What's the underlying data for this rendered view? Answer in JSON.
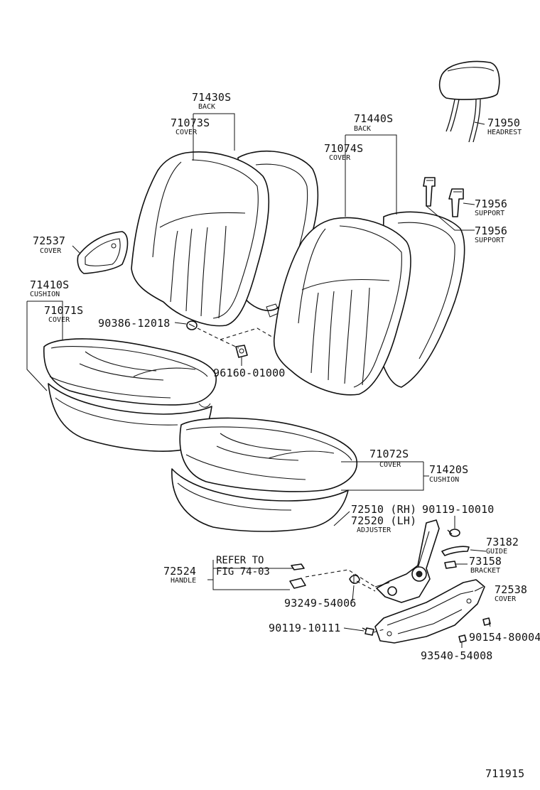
{
  "diagram_id": "711915",
  "parts": [
    {
      "id": "back_rh",
      "number": "71430S",
      "name": "BACK"
    },
    {
      "id": "cover_back_rh",
      "number": "71073S",
      "name": "COVER"
    },
    {
      "id": "back_lh",
      "number": "71440S",
      "name": "BACK"
    },
    {
      "id": "cover_back_lh",
      "number": "71074S",
      "name": "COVER"
    },
    {
      "id": "headrest",
      "number": "71950",
      "name": "HEADREST"
    },
    {
      "id": "support_1",
      "number": "71956",
      "name": "SUPPORT"
    },
    {
      "id": "support_2",
      "number": "71956",
      "name": "SUPPORT"
    },
    {
      "id": "hinge_cover",
      "number": "72537",
      "name": "COVER"
    },
    {
      "id": "cushion_rh",
      "number": "71410S",
      "name": "CUSHION"
    },
    {
      "id": "cover_cushion_rh",
      "number": "71071S",
      "name": "COVER"
    },
    {
      "id": "clip",
      "number": "90386-12018",
      "name": ""
    },
    {
      "id": "nut",
      "number": "96160-01000",
      "name": ""
    },
    {
      "id": "cover_cushion_lh",
      "number": "71072S",
      "name": "COVER"
    },
    {
      "id": "cushion_lh",
      "number": "71420S",
      "name": "CUSHION"
    },
    {
      "id": "adjuster_rh",
      "number": "72510 (RH)",
      "name": ""
    },
    {
      "id": "adjuster_lh",
      "number": "72520 (LH)",
      "name": "ADJUSTER"
    },
    {
      "id": "bolt_adjuster",
      "number": "90119-10010",
      "name": ""
    },
    {
      "id": "guide",
      "number": "73182",
      "name": "GUIDE"
    },
    {
      "id": "bracket",
      "number": "73158",
      "name": "BRACKET"
    },
    {
      "id": "handle",
      "number": "72524",
      "name": "HANDLE"
    },
    {
      "id": "pin",
      "number": "93249-54006",
      "name": ""
    },
    {
      "id": "side_cover",
      "number": "72538",
      "name": "COVER"
    },
    {
      "id": "bolt_lower",
      "number": "90119-10111",
      "name": ""
    },
    {
      "id": "screw_a",
      "number": "90154-80004",
      "name": ""
    },
    {
      "id": "screw_b",
      "number": "93540-54008",
      "name": ""
    }
  ],
  "refer": {
    "line1": "REFER TO",
    "line2": "FIG 74-03"
  }
}
